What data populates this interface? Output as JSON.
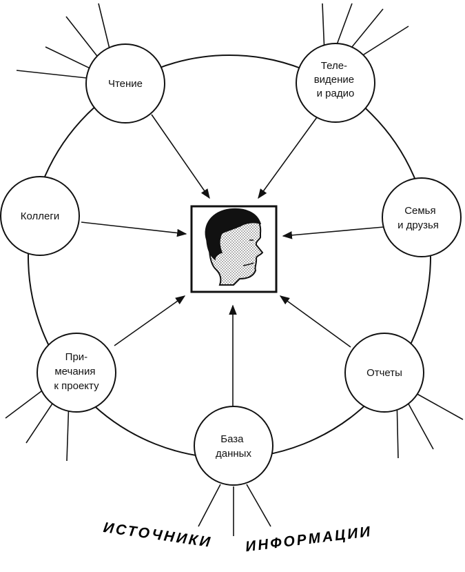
{
  "nodes": [
    {
      "id": "reading",
      "lines": [
        "Чтение"
      ]
    },
    {
      "id": "tv-radio",
      "lines": [
        "Теле-",
        "видение",
        "и радио"
      ]
    },
    {
      "id": "colleagues",
      "lines": [
        "Коллеги"
      ]
    },
    {
      "id": "family-friends",
      "lines": [
        "Семья",
        "и друзья"
      ]
    },
    {
      "id": "project-notes",
      "lines": [
        "При-",
        "мечания",
        "к проекту"
      ]
    },
    {
      "id": "reports",
      "lines": [
        "Отчеты"
      ]
    },
    {
      "id": "database",
      "lines": [
        "База",
        "данных"
      ]
    }
  ],
  "caption": {
    "word1": "ИСТОЧНИКИ",
    "word2": "ИНФОРМАЦИИ"
  },
  "colors": {
    "line": "#111111",
    "fill": "#ffffff",
    "skin_dots": "#555555"
  },
  "center_icon": "person-head-icon"
}
